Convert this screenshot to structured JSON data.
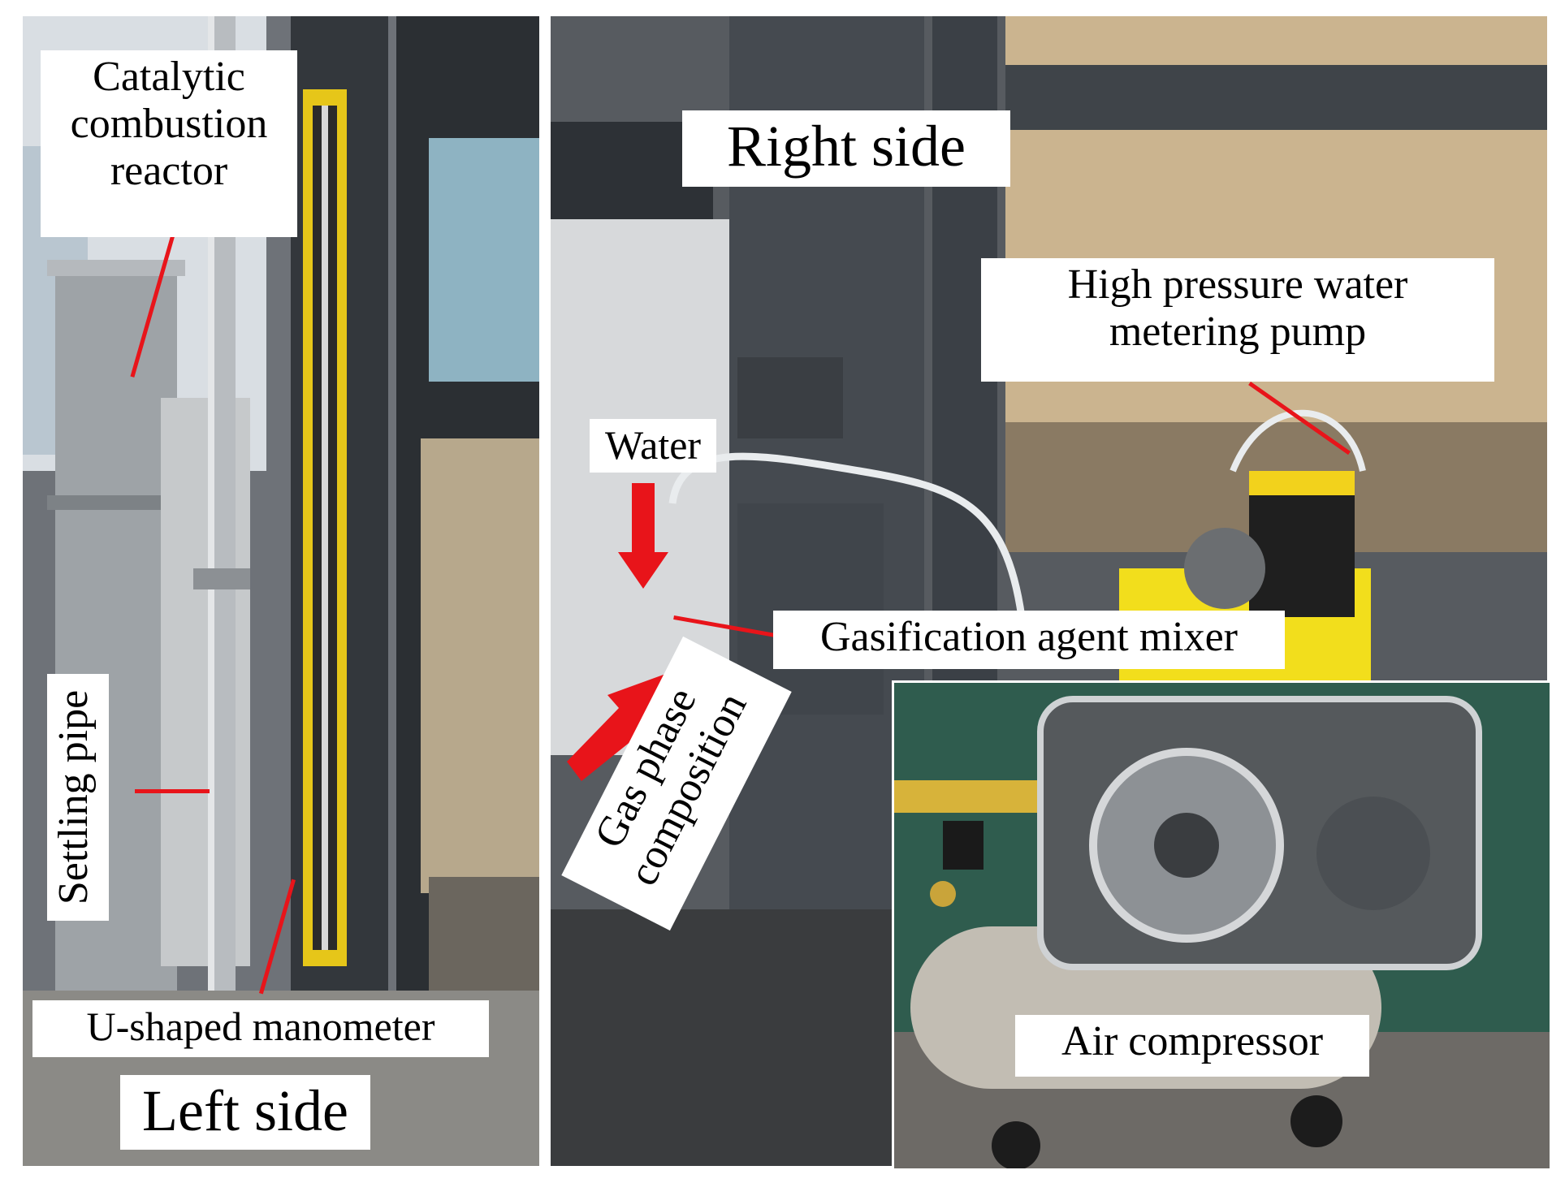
{
  "labels": {
    "catalytic_reactor": "Catalytic combustion reactor",
    "catalytic_reactor_lines": [
      "Catalytic",
      "combustion",
      "reactor"
    ],
    "settling_pipe": "Settling pipe",
    "u_manometer": "U-shaped manometer",
    "left_side": "Left side",
    "right_side": "Right side",
    "water": "Water",
    "hp_pump_lines": [
      "High pressure water",
      "metering pump"
    ],
    "gas_mixer": "Gasification agent mixer",
    "gas_phase_lines": [
      "Gas phase",
      "composition"
    ],
    "air_compressor": "Air compressor"
  },
  "colors": {
    "annotation_red": "#e8141a",
    "manometer_yellow": "#e6c619",
    "tank_yellow": "#f2de1c",
    "board_green": "#2f5c4e"
  }
}
